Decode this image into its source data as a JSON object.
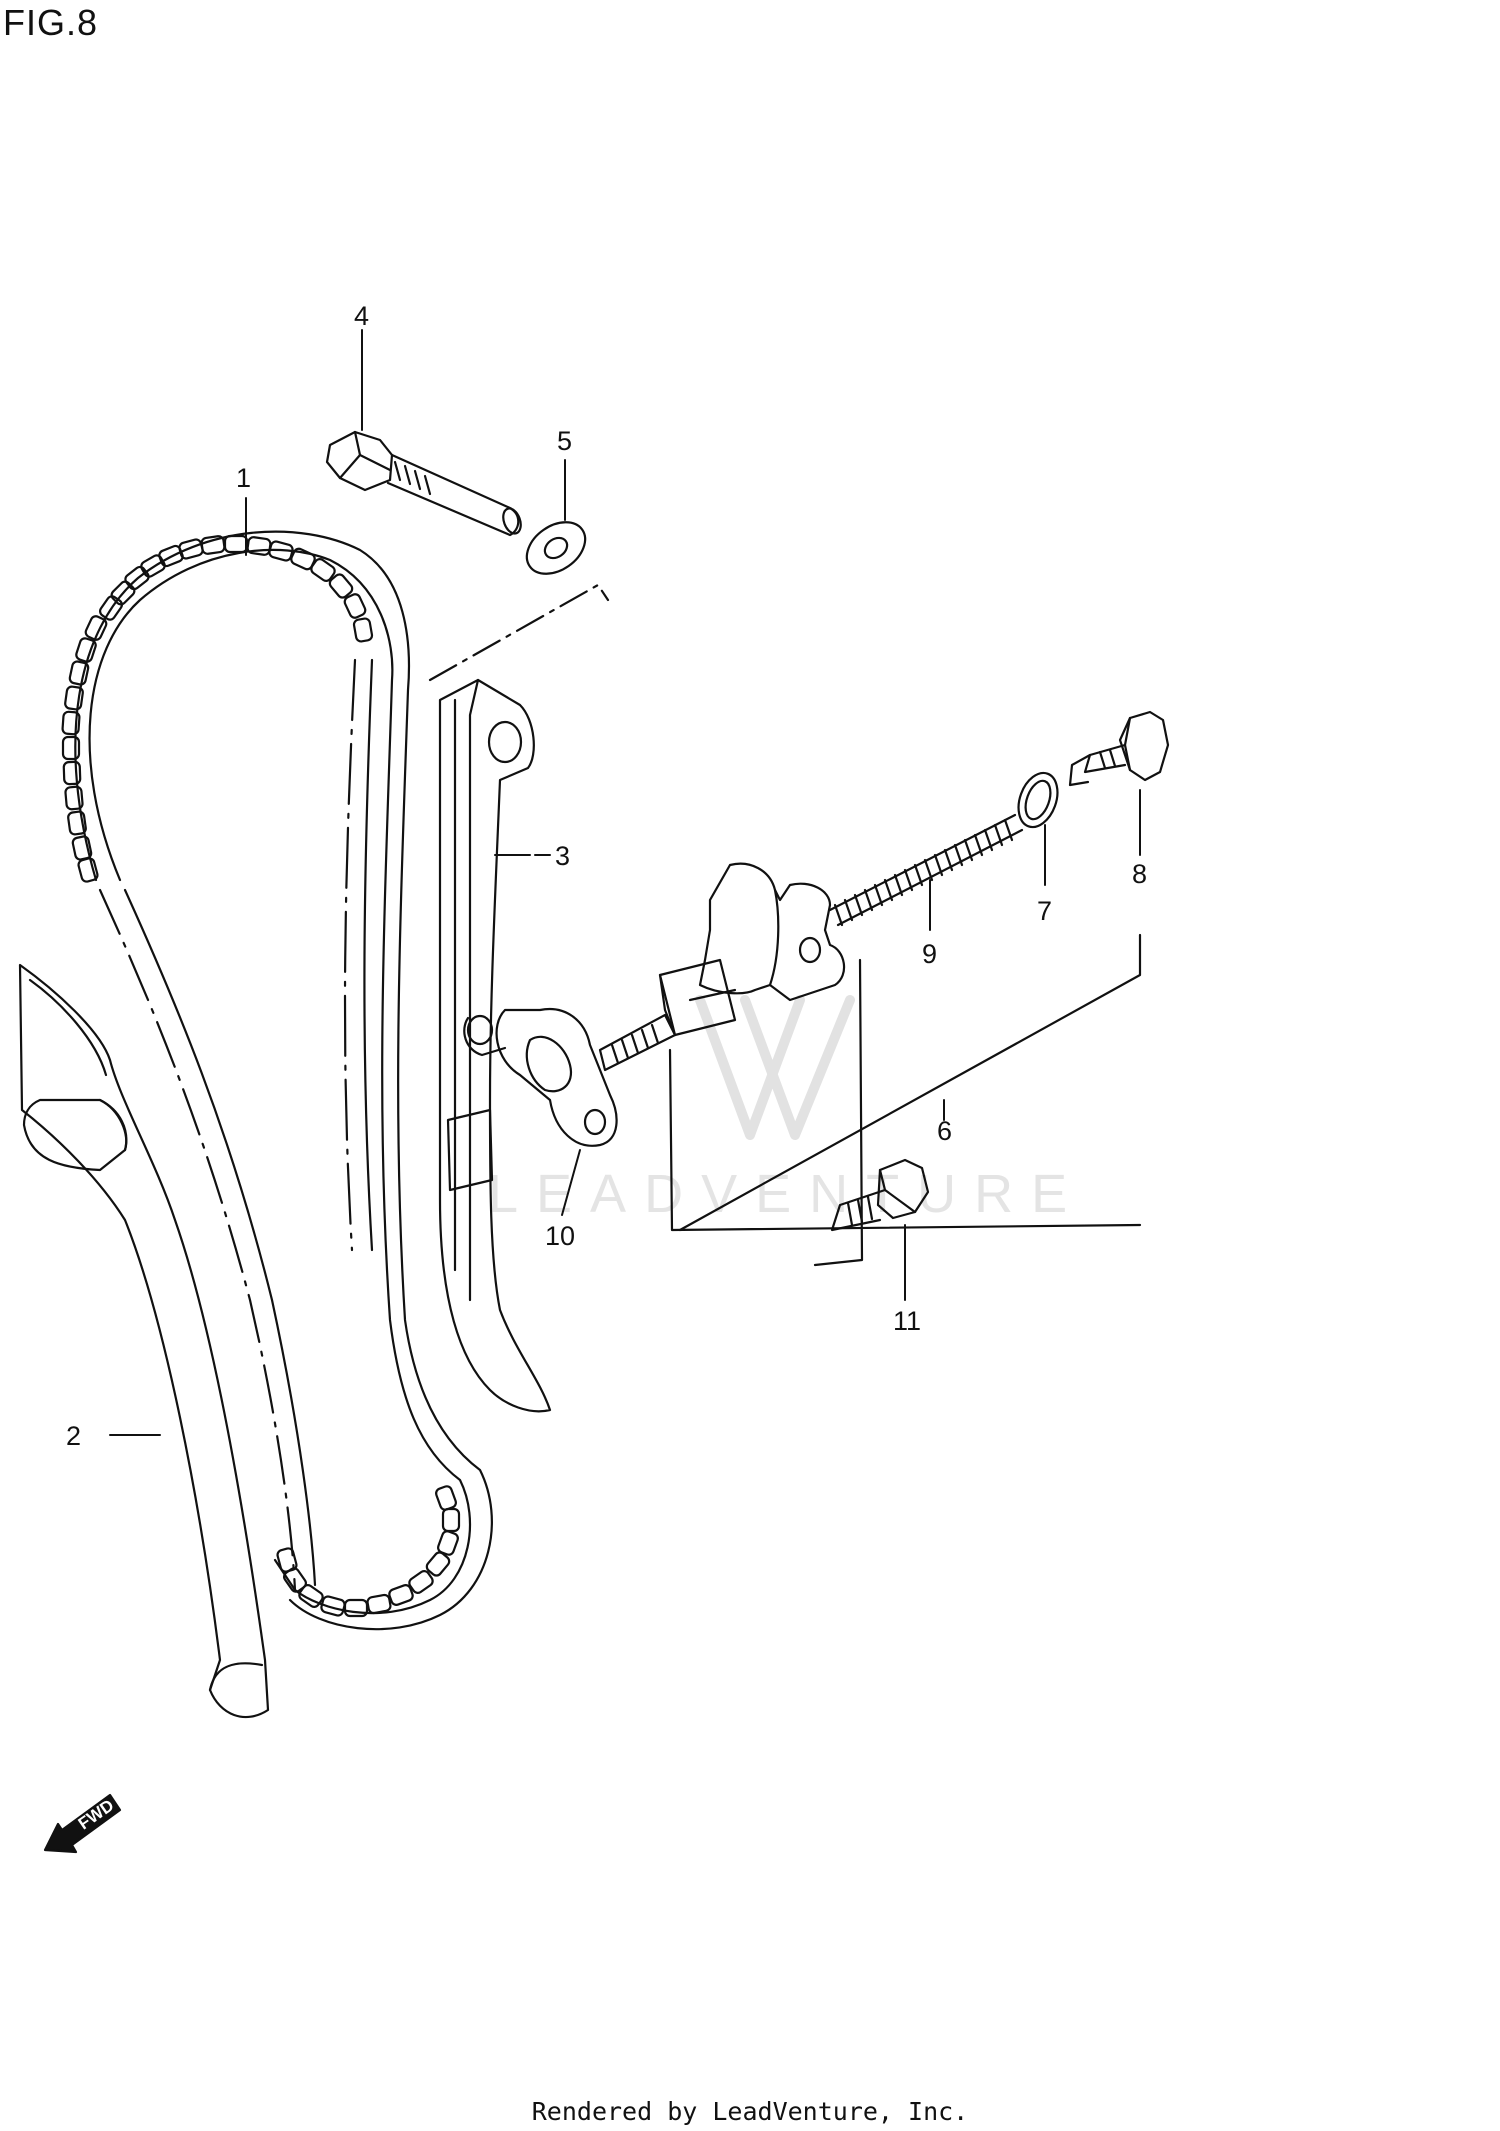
{
  "figure": {
    "title": "FIG.8"
  },
  "callouts": [
    {
      "id": "1",
      "label": "1"
    },
    {
      "id": "2",
      "label": "2"
    },
    {
      "id": "3",
      "label": "3"
    },
    {
      "id": "4",
      "label": "4"
    },
    {
      "id": "5",
      "label": "5"
    },
    {
      "id": "6",
      "label": "6"
    },
    {
      "id": "7",
      "label": "7"
    },
    {
      "id": "8",
      "label": "8"
    },
    {
      "id": "9",
      "label": "9"
    },
    {
      "id": "10",
      "label": "10"
    },
    {
      "id": "11",
      "label": "11"
    }
  ],
  "direction_arrow": {
    "label": "FWD"
  },
  "watermark": {
    "text": "LEADVENTURE"
  },
  "footer": {
    "credit": "Rendered by LeadVenture, Inc."
  }
}
